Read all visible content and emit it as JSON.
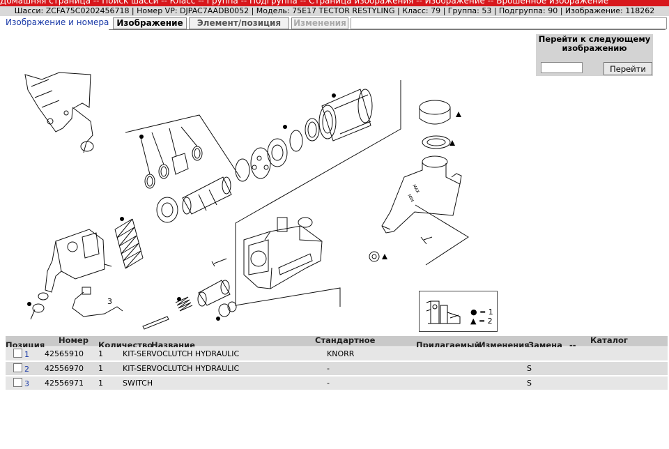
{
  "topbar": {
    "breadcrumb": "Домашняя страница -- Поиск шасси -- Класс -- Группа -- Подгруппа -- Страница изображения -- Изображение -- Врошенное изображение"
  },
  "infobar": {
    "text": "Шасси: ZCFA75C0202456718 | Номер VP: DJPAC7AADB0052 | Модель: 75E17 TECTOR RESTYLING | Класс: 79 | Группа: 53 | Подгруппа: 90 | Изображение: 118262"
  },
  "tabs": {
    "active": "Изображение и номера",
    "image": "Изображение",
    "element": "Элемент/позиция",
    "changes": "Изменения"
  },
  "goto": {
    "title": "Перейти к следующему изображению",
    "input_value": "",
    "button": "Перейти"
  },
  "diagram": {
    "callout_3": "3",
    "legend_circle": "● = 1",
    "legend_triangle": "▲ = 2",
    "sticker_max": "MAX",
    "sticker_min": "MIN"
  },
  "table": {
    "headers": {
      "position": "Позиция",
      "number": "Номер",
      "quantity": "Количество",
      "name": "Название",
      "standard": "Стандартное",
      "attached": "Прилагаемый",
      "changes": "Изменения",
      "replacement": "Замена",
      "dashes": "--",
      "catalog": "Каталог"
    },
    "rows": [
      {
        "position": "1",
        "number": "42565910",
        "quantity": "1",
        "name": "KIT-SERVOCLUTCH HYDRAULIC",
        "standard": "KNORR",
        "replacement": ""
      },
      {
        "position": "2",
        "number": "42556970",
        "quantity": "1",
        "name": "KIT-SERVOCLUTCH HYDRAULIC",
        "standard": "-",
        "replacement": "S"
      },
      {
        "position": "3",
        "number": "42556971",
        "quantity": "1",
        "name": "SWITCH",
        "standard": "-",
        "replacement": "S"
      }
    ]
  }
}
